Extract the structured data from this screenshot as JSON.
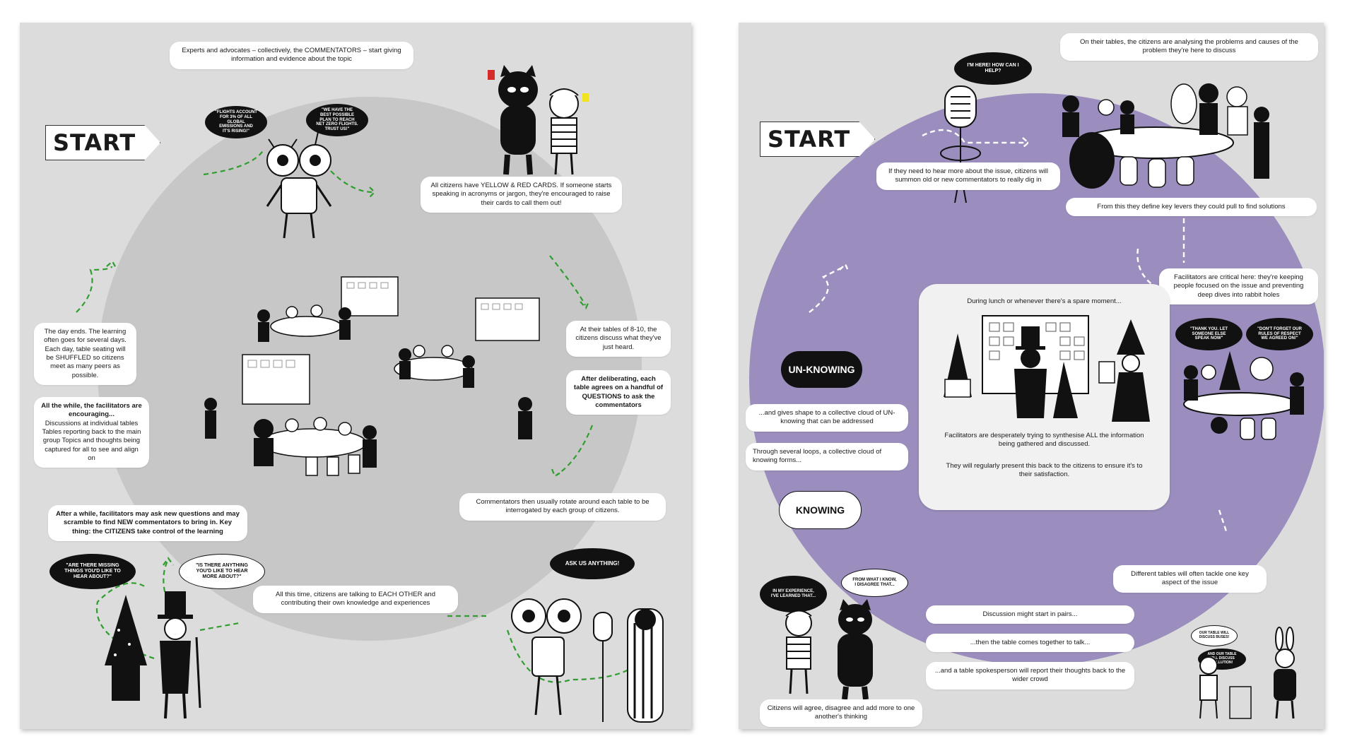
{
  "left": {
    "start_label": "START",
    "notes": {
      "commentators_start": "Experts and advocates – collectively, the COMMENTATORS – start giving information and evidence about the topic",
      "yellow_red_cards": "All citizens have YELLOW & RED CARDS. If someone starts speaking in acronyms or jargon, they're encouraged to raise their cards to call them out!",
      "tables_discuss": "At their tables of 8-10, the citizens discuss what they've just heard.",
      "questions": "After deliberating, each table agrees on a handful of QUESTIONS to ask the commentators",
      "rotate": "Commentators then usually rotate around each table to be interrogated by each group of citizens.",
      "each_other": "All this time, citizens are talking to EACH OTHER and contributing their own knowledge and experiences",
      "new_questions": "After a while, facilitators may ask new questions and may scramble to find NEW commentators to bring in. Key thing: the CITIZENS take control of the learning",
      "day_ends": "The day ends. The learning often goes for several days. Each day, table seating will be SHUFFLED so citizens meet as many peers as possible.",
      "facilitators_title": "All the while, the facilitators are encouraging...",
      "facilitators_body": "Discussions at individual tables Tables reporting back to the main group Topics and thoughts being captured for all to see and align on"
    },
    "bubbles": {
      "flights_global": "\"Flights account for 3% of all global emissions and it's rising!\"",
      "best_plan": "\"We have the best possible plan to reach net zero flights. Trust us!\"",
      "missing_things": "\"Are there missing things you'd like to hear about?\"",
      "anything_hear": "\"Is there anything you'd like to hear more about?\"",
      "ask_anything": "Ask us anything!"
    }
  },
  "right": {
    "start_label": "START",
    "notes": {
      "analysing": "On their tables, the citizens are analysing the problems and causes of the problem they're here to discuss",
      "summon": "If they need to hear more about the issue, citizens will summon old or new commentators to really dig in",
      "levers": "From this they define key levers they could pull to find solutions",
      "facilitators_critical": "Facilitators are critical here: they're keeping people focused on the issue and preventing deep dives into rabbit holes",
      "cloud_unknowing": "...and gives shape to a collective cloud of UN-knowing that can be addressed",
      "several_loops": "Through several loops, a collective cloud of knowing forms...",
      "different_tables": "Different tables will often tackle one key aspect of the issue",
      "pairs": "Discussion might start in pairs...",
      "table_together": "...then the table comes together to talk...",
      "spokesperson": "...and a table spokesperson will report their thoughts back to the wider crowd",
      "citizens_agree": "Citizens will agree, disagree and add more to one another's thinking",
      "lunch": "During lunch or whenever there's a spare moment...",
      "synthesise": "Facilitators are desperately trying to synthesise ALL the information being gathered and discussed.",
      "present_back": "They will regularly present this back to the citizens to ensure it's to their satisfaction."
    },
    "clouds": {
      "unknowing": "UN-KNOWING",
      "knowing": "KNOWING"
    },
    "bubbles": {
      "im_here": "I'm here! How can I help?",
      "someone_else": "\"Thank you. Let someone else speak now\"",
      "dont_forget": "\"Don't forget our rules of respect we agreed on!\"",
      "experience": "In my experience, I've learned that...",
      "what_i_know": "From what I know, I disagree that...",
      "discuss_buses": "Our table will discuss buses!",
      "discuss_pollution": "And our table will discuss pollution!"
    }
  },
  "colors": {
    "left_bg": "#dcdcdc",
    "left_circle": "#c7c7c7",
    "right_circle": "#9b8dbd",
    "arrow_green": "#2e9e2e"
  }
}
